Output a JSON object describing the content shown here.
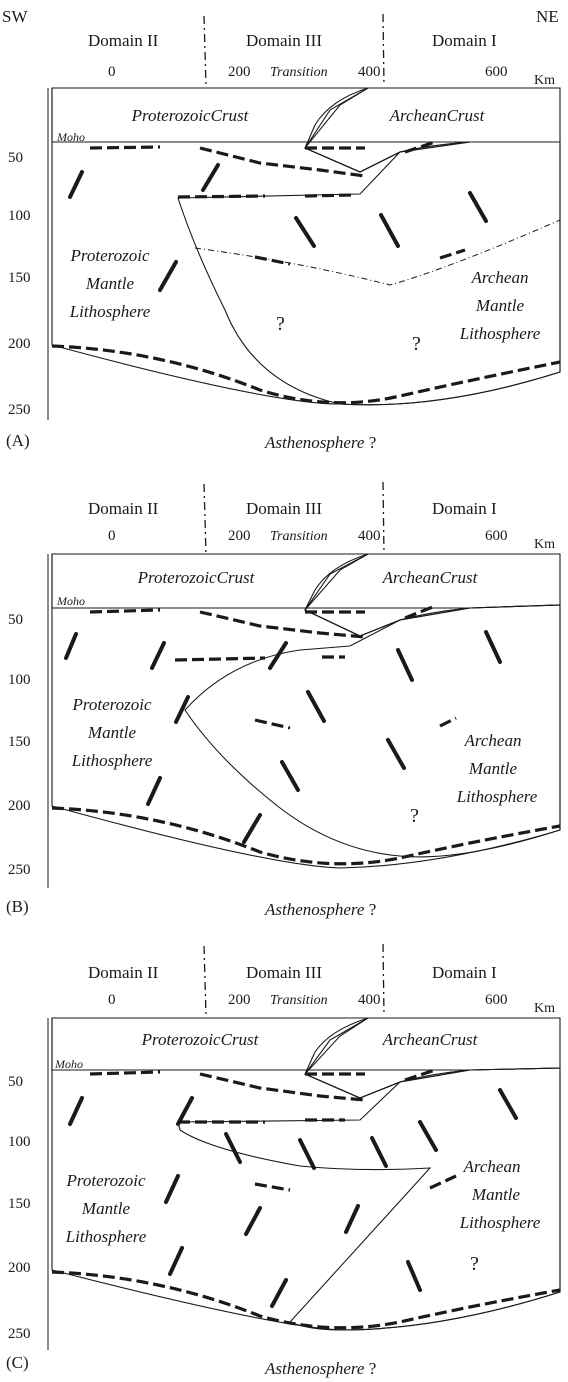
{
  "corner_labels": {
    "left": "SW",
    "right": "NE"
  },
  "domains": [
    "Domain II",
    "Domain III",
    "Domain I"
  ],
  "transition_label": "Transition",
  "x_ticks": [
    "0",
    "200",
    "400",
    "600"
  ],
  "x_unit": "Km",
  "y_ticks": [
    "50",
    "100",
    "150",
    "200",
    "250"
  ],
  "moho_label": "Moho",
  "crust_labels": {
    "proterozoic": "ProterozoicCrust",
    "archean": "ArcheanCrust"
  },
  "proterozoic_mantle_lines": [
    "Proterozoic",
    "Mantle",
    "Lithosphere"
  ],
  "archean_mantle_lines": [
    "Archean",
    "Mantle",
    "Lithosphere"
  ],
  "question_mark": "?",
  "asthenosphere": "Asthenosphere",
  "panels": [
    "(A)",
    "(B)",
    "(C)"
  ],
  "colors": {
    "proterozoic_crust": "#cfdcd6",
    "archean_crust": "#f4dcc6",
    "proterozoic_mantle": "#5d9090",
    "archean_mantle": "#d9b27a"
  }
}
